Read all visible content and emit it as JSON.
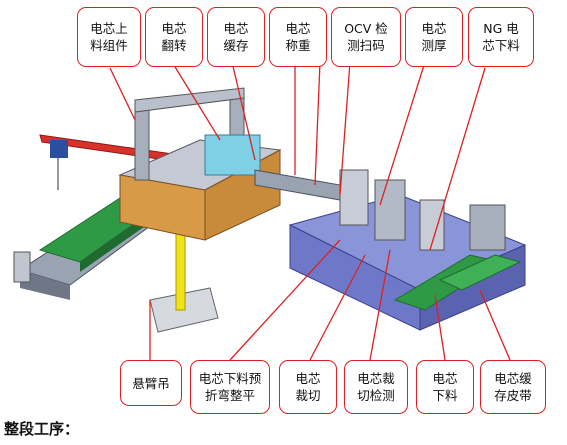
{
  "colors": {
    "callout_border": "#e02020",
    "leader_line": "#e02020",
    "machine_blue": "#6e78c9",
    "crane_yellow": "#f2e21a",
    "crane_red": "#d8312a",
    "conveyor_green": "#2f9a45",
    "conveyor_gray": "#8c96a6"
  },
  "callouts": {
    "top": [
      {
        "line1": "电芯上",
        "line2": "料组件"
      },
      {
        "line1": "电芯",
        "line2": "翻转"
      },
      {
        "line1": "电芯",
        "line2": "缓存"
      },
      {
        "line1": "电芯",
        "line2": "称重"
      },
      {
        "line1": "OCV 检",
        "line2": "测扫码"
      },
      {
        "line1": "电芯",
        "line2": "测厚"
      },
      {
        "line1": "NG 电",
        "line2": "芯下料"
      }
    ],
    "bottom": [
      {
        "line1": "悬臂吊",
        "line2": ""
      },
      {
        "line1": "电芯下料预",
        "line2": "折弯整平"
      },
      {
        "line1": "电芯",
        "line2": "裁切"
      },
      {
        "line1": "电芯裁",
        "line2": "切检测"
      },
      {
        "line1": "电芯",
        "line2": "下料"
      },
      {
        "line1": "电芯缓",
        "line2": "存皮带"
      }
    ]
  },
  "footer": {
    "title": "整段工序："
  }
}
